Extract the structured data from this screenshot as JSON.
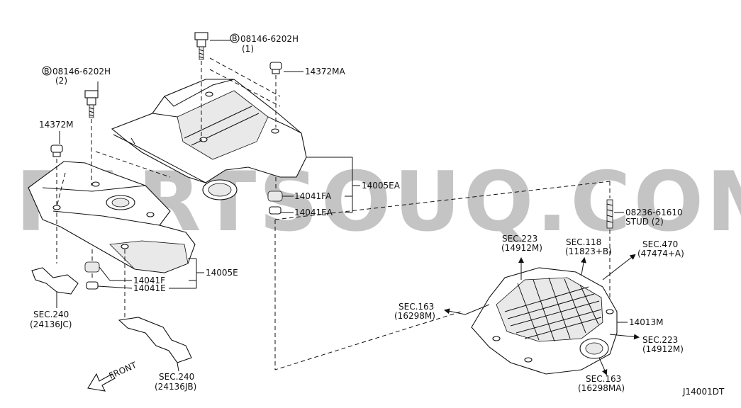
{
  "diagram_code": "J14001DT",
  "watermark": "PARTSOUQ.COM",
  "callouts": {
    "bolt_top_code": "08146-6202H",
    "bolt_top_qty": "(1)",
    "bolt_left_code": "08146-6202H",
    "bolt_left_qty": "(2)",
    "grommet_top": "14372MA",
    "grommet_left": "14372M",
    "insulator_fa": "14041FA",
    "insulator_ea": "14041EA",
    "cover_right": "14005EA",
    "insulator_f": "14041F",
    "insulator_e": "14041E",
    "cover_left": "14005E",
    "stud_code": "08236-61610",
    "stud_qty": "STUD (2)",
    "manifold": "14013M",
    "front": "FRONT"
  },
  "section_refs": [
    {
      "sec": "SEC.240",
      "code": "(24136JC)"
    },
    {
      "sec": "SEC.240",
      "code": "(24136JB)"
    },
    {
      "sec": "SEC.223",
      "code": "(14912M)"
    },
    {
      "sec": "SEC.118",
      "code": "(11823+B)"
    },
    {
      "sec": "SEC.470",
      "code": "(47474+A)"
    },
    {
      "sec": "SEC.163",
      "code": "(16298M)"
    },
    {
      "sec": "SEC.223",
      "code": "(14912M)"
    },
    {
      "sec": "SEC.163",
      "code": "(16298MA)"
    }
  ],
  "bolt_symbol": "B"
}
